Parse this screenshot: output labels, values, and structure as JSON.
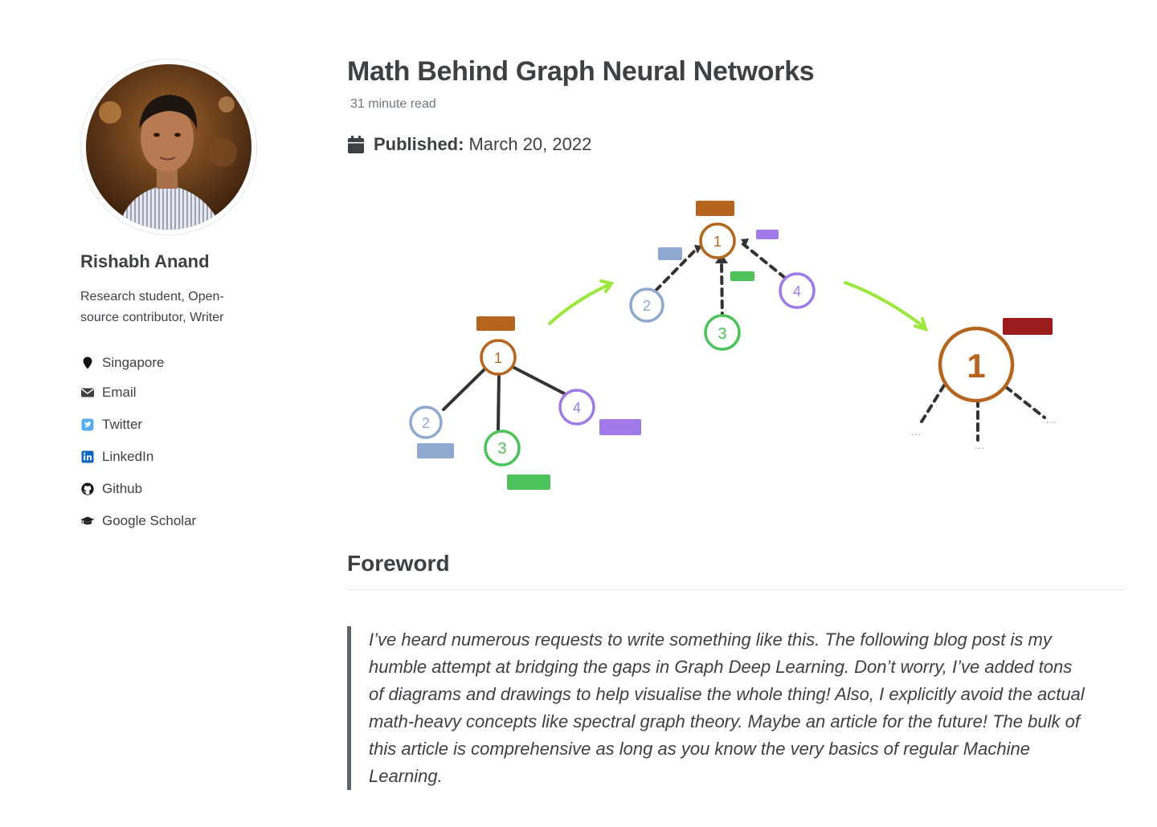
{
  "author": {
    "name": "Rishabh Anand",
    "bio": "Research student, Open-source contributor, Writer",
    "links": [
      {
        "label": "Singapore",
        "icon": "map-marker-icon",
        "interactable": false
      },
      {
        "label": "Email",
        "icon": "envelope-icon",
        "interactable": true
      },
      {
        "label": "Twitter",
        "icon": "twitter-icon",
        "interactable": true
      },
      {
        "label": "LinkedIn",
        "icon": "linkedin-icon",
        "interactable": true
      },
      {
        "label": "Github",
        "icon": "github-icon",
        "interactable": true
      },
      {
        "label": "Google Scholar",
        "icon": "graduation-cap-icon",
        "interactable": true
      }
    ]
  },
  "post": {
    "title": "Math Behind Graph Neural Networks",
    "read_time": "31 minute read",
    "published_label": "Published:",
    "published_date": "March 20, 2022"
  },
  "diagram": {
    "node_labels": [
      "1",
      "2",
      "3",
      "4"
    ],
    "colors": {
      "node1": "#b5651d",
      "node2": "#8ea8cf",
      "node3": "#4cc35a",
      "node4": "#a07be8",
      "arrow": "#9be73a",
      "result": "#9b1c1c"
    }
  },
  "section": {
    "foreword_title": "Foreword",
    "foreword_text": "I’ve heard numerous requests to write something like this. The following blog post is my humble attempt at bridging the gaps in Graph Deep Learning. Don’t worry, I’ve added tons of diagrams and drawings to help visualise the whole thing! Also, I explicitly avoid the actual math-heavy concepts like spectral graph theory. Maybe an article for the future! The bulk of this article is comprehensive as long as you know the very basics of regular Machine Learning."
  }
}
